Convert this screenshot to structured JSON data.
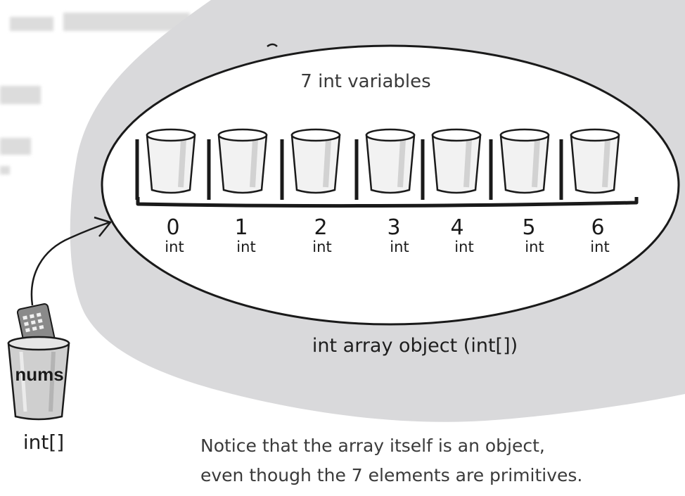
{
  "top_label": "7 int variables",
  "array_label": "int array object (int[])",
  "reference_name": "nums",
  "reference_type": "int[]",
  "note_line1": "Notice that the array itself is an object,",
  "note_line2": "even though the 7 elements are primitives.",
  "cells": [
    {
      "index": "0",
      "type": "int"
    },
    {
      "index": "1",
      "type": "int"
    },
    {
      "index": "2",
      "type": "int"
    },
    {
      "index": "3",
      "type": "int"
    },
    {
      "index": "4",
      "type": "int"
    },
    {
      "index": "5",
      "type": "int"
    },
    {
      "index": "6",
      "type": "int"
    }
  ],
  "colors": {
    "background_blob": "#d9d9db",
    "object_fill": "#ffffff",
    "outline": "#1a1a1a",
    "cup_fill": "#f2f2f2",
    "cup_shade": "#bdbdbd"
  }
}
